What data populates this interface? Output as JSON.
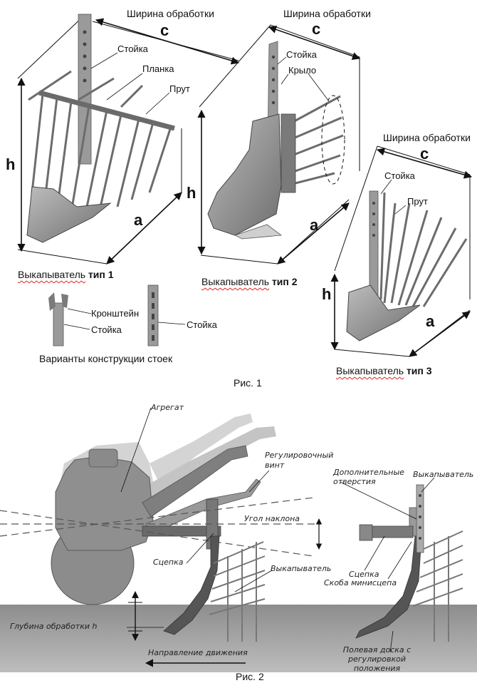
{
  "fig1": {
    "types": [
      {
        "name": "Выкапыватель",
        "type": "тип 1",
        "width_label": "Ширина обработки",
        "c": "c",
        "h": "h",
        "a": "a",
        "parts": [
          "Стойка",
          "Планка",
          "Прут"
        ]
      },
      {
        "name": "Выкапыватель",
        "type": "тип 2",
        "width_label": "Ширина обработки",
        "c": "c",
        "h": "h",
        "a": "a",
        "parts": [
          "Стойка",
          "Крыло"
        ]
      },
      {
        "name": "Выкапыватель",
        "type": "тип 3",
        "width_label": "Ширина обработки",
        "c": "c",
        "h": "h",
        "a": "a",
        "parts": [
          "Стойка",
          "Прут"
        ]
      }
    ],
    "variants": {
      "bracket": "Кронштейн",
      "post1": "Стойка",
      "post2": "Стойка",
      "caption": "Варианты конструкции стоек"
    },
    "caption": "Рис. 1"
  },
  "fig2": {
    "labels": {
      "agregat": "Агрегат",
      "vint": "Регулировочный винт",
      "ugol": "Угол наклона",
      "scepka": "Сцепка",
      "vykapyvatel_left": "Выкапыватель",
      "glubina": "Глубина обработки h",
      "napravlenie": "Направление движения",
      "dop_otv": "Дополнительные отверстия",
      "vykapyvatel_right": "Выкапыватель",
      "scepka_right": "Сцепка",
      "skoba": "Скоба минисцепа",
      "doska": "Полевая доска с регулировкой положения"
    },
    "caption": "Рис. 2"
  },
  "colors": {
    "metal": "#8a8a8a",
    "metal_dark": "#4e4e4e",
    "shadow": "#c8c8c8",
    "ground": "#9b9b9b",
    "ink": "#111111",
    "underline": "#dd2222"
  }
}
